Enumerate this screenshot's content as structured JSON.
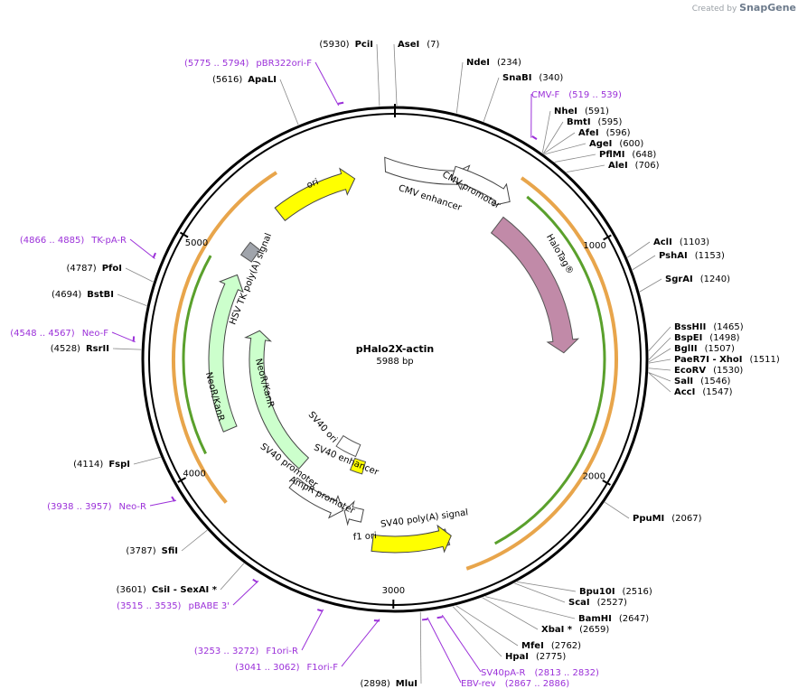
{
  "watermark": {
    "prefix": "Created by",
    "brand": "SnapGene"
  },
  "plasmid": {
    "name": "pHalo2X-actin",
    "length_label": "5988 bp",
    "length": 5988
  },
  "colors": {
    "primer": "#9b30d9",
    "backbone": "#000000",
    "orange": "#e8a54b",
    "green": "#5aa02c",
    "halo": "#c18aa8",
    "yellow": "#ffff00",
    "ltgreen": "#ccffcc",
    "grey": "#a0a4ab",
    "white": "#ffffff"
  },
  "ticks": [
    "1000",
    "2000",
    "3000",
    "4000",
    "5000"
  ],
  "sites": [
    {
      "name": "PciI",
      "pos": "5930"
    },
    {
      "name": "AseI",
      "pos": "7"
    },
    {
      "name": "NdeI",
      "pos": "234"
    },
    {
      "name": "SnaBI",
      "pos": "340"
    },
    {
      "name": "NheI",
      "pos": "591"
    },
    {
      "name": "BmtI",
      "pos": "595"
    },
    {
      "name": "AfeI",
      "pos": "596"
    },
    {
      "name": "AgeI",
      "pos": "600"
    },
    {
      "name": "PflMI",
      "pos": "648"
    },
    {
      "name": "AleI",
      "pos": "706"
    },
    {
      "name": "AclI",
      "pos": "1103"
    },
    {
      "name": "PshAI",
      "pos": "1153"
    },
    {
      "name": "SgrAI",
      "pos": "1240"
    },
    {
      "name": "BssHII",
      "pos": "1465"
    },
    {
      "name": "BspEI",
      "pos": "1498"
    },
    {
      "name": "BglII",
      "pos": "1507"
    },
    {
      "name": "PaeR7I - XhoI",
      "pos": "1511"
    },
    {
      "name": "EcoRV",
      "pos": "1530"
    },
    {
      "name": "SalI",
      "pos": "1546"
    },
    {
      "name": "AccI",
      "pos": "1547"
    },
    {
      "name": "PpuMI",
      "pos": "2067"
    },
    {
      "name": "Bpu10I",
      "pos": "2516"
    },
    {
      "name": "ScaI",
      "pos": "2527"
    },
    {
      "name": "BamHI",
      "pos": "2647"
    },
    {
      "name": "XbaI *",
      "pos": "2659"
    },
    {
      "name": "MfeI",
      "pos": "2762"
    },
    {
      "name": "HpaI",
      "pos": "2775"
    },
    {
      "name": "MluI",
      "pos": "2898"
    },
    {
      "name": "CsiI - SexAI *",
      "pos": "3601"
    },
    {
      "name": "SfiI",
      "pos": "3787"
    },
    {
      "name": "FspI",
      "pos": "4114"
    },
    {
      "name": "RsrII",
      "pos": "4528"
    },
    {
      "name": "BstBI",
      "pos": "4694"
    },
    {
      "name": "PfoI",
      "pos": "4787"
    },
    {
      "name": "ApaLI",
      "pos": "5616"
    }
  ],
  "primers": [
    {
      "name": "pBR322ori-F",
      "range": "5775 .. 5794"
    },
    {
      "name": "CMV-F",
      "range": "519 .. 539"
    },
    {
      "name": "TK-pA-R",
      "range": "4866 .. 4885"
    },
    {
      "name": "Neo-F",
      "range": "4548 .. 4567"
    },
    {
      "name": "Neo-R",
      "range": "3938 .. 3957"
    },
    {
      "name": "pBABE 3'",
      "range": "3515 .. 3535"
    },
    {
      "name": "F1ori-R",
      "range": "3253 .. 3272"
    },
    {
      "name": "F1ori-F",
      "range": "3041 .. 3062"
    },
    {
      "name": "SV40pA-R",
      "range": "2813 .. 2832"
    },
    {
      "name": "EBV-rev",
      "range": "2867 .. 2886"
    }
  ],
  "features": [
    {
      "label": "ori",
      "type": "yellow"
    },
    {
      "label": "CMV enhancer",
      "type": "white"
    },
    {
      "label": "CMV promoter",
      "type": "white"
    },
    {
      "label": "HaloTag®",
      "type": "halo"
    },
    {
      "label": "SV40 poly(A) signal",
      "type": "grey"
    },
    {
      "label": "f1 ori",
      "type": "yellow"
    },
    {
      "label": "AmpR promoter",
      "type": "white"
    },
    {
      "label": "SV40 promoter",
      "type": "white"
    },
    {
      "label": "SV40 ori",
      "type": "yellow"
    },
    {
      "label": "SV40 enhancer",
      "type": "white"
    },
    {
      "label": "NeoR/KanR",
      "type": "ltgreen"
    },
    {
      "label": "NeoR/KanR",
      "type": "ltgreen"
    },
    {
      "label": "HSV TK poly(A) signal",
      "type": "grey"
    }
  ]
}
